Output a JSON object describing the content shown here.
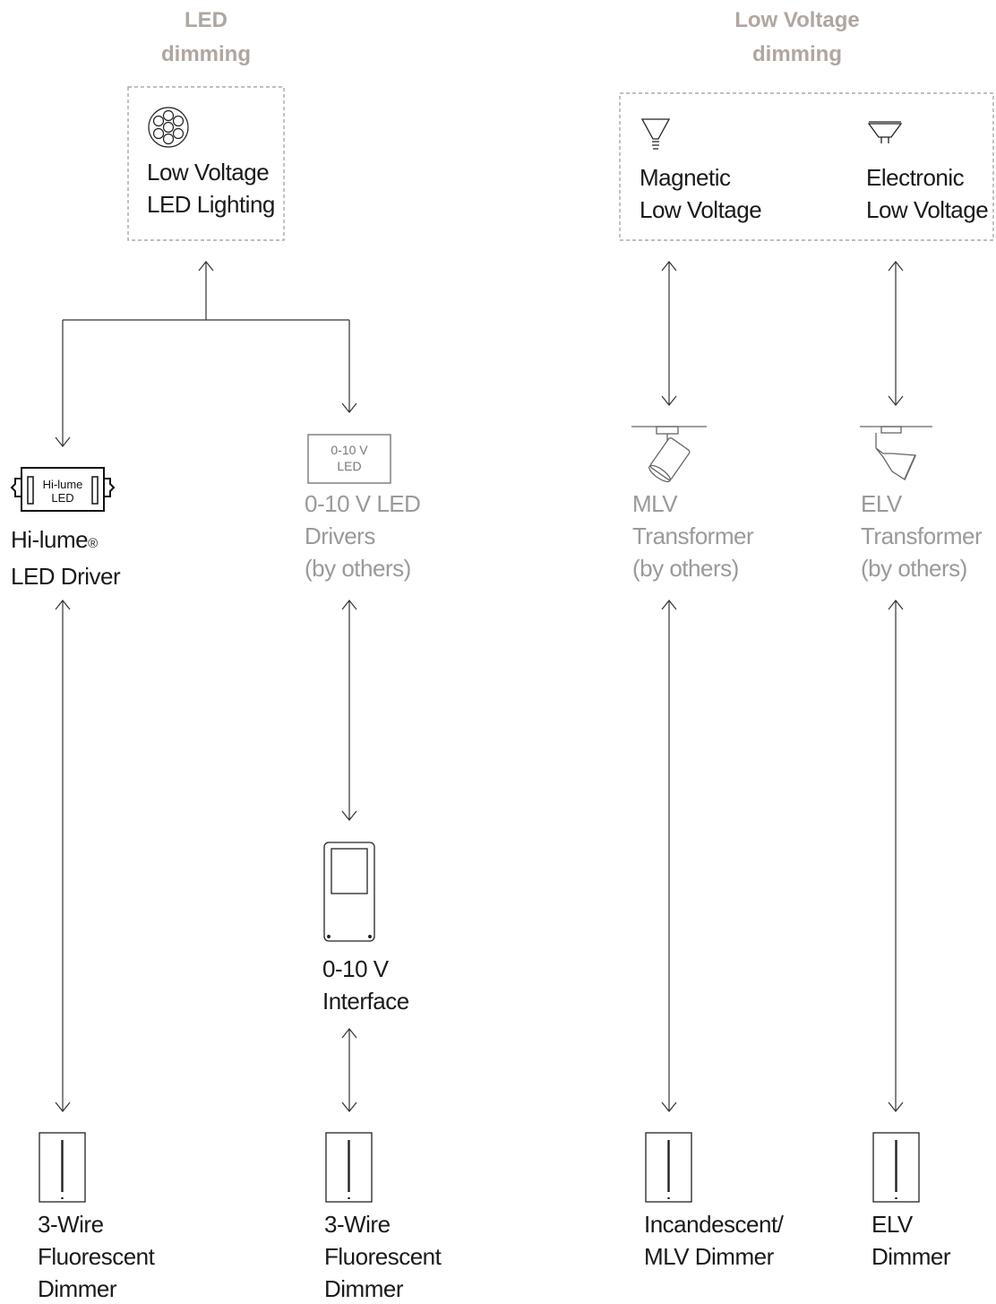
{
  "sections": {
    "led": {
      "heading_line1": "LED",
      "heading_line2": "dimming"
    },
    "lv": {
      "heading_line1": "Low Voltage",
      "heading_line2": "dimming"
    }
  },
  "sources": {
    "lv_led": {
      "line1": "Low Voltage",
      "line2": "LED Lighting",
      "icon": "led-cluster-icon"
    },
    "mlv": {
      "line1": "Magnetic",
      "line2": "Low Voltage",
      "icon": "mr16-lamp-icon"
    },
    "elv": {
      "line1": "Electronic",
      "line2": "Low Voltage",
      "icon": "mr16-pin-lamp-icon"
    }
  },
  "drivers": {
    "hilume": {
      "box_line1": "Hi-lume",
      "box_line2": "LED",
      "label_line1": "Hi-lume",
      "label_mark": "®",
      "label_line2": "LED Driver"
    },
    "ten_v": {
      "box_line1": "0-10 V",
      "box_line2": "LED",
      "line1": "0-10 V LED",
      "line2": "Drivers",
      "line3": "(by others)"
    },
    "mlv_t": {
      "line1": "MLV",
      "line2": "Transformer",
      "line3": "(by others)",
      "icon": "track-light-icon"
    },
    "elv_t": {
      "line1": "ELV",
      "line2": "Transformer",
      "line3": "(by others)",
      "icon": "track-light-icon"
    }
  },
  "interface": {
    "line1": "0-10 V",
    "line2": "Interface",
    "icon": "interface-box-icon"
  },
  "dimmers": [
    {
      "line1": "3-Wire",
      "line2": "Fluorescent",
      "line3": "Dimmer"
    },
    {
      "line1": "3-Wire",
      "line2": "Fluorescent",
      "line3": "Dimmer"
    },
    {
      "line1": "Incandescent/",
      "line2": "MLV Dimmer",
      "line3": ""
    },
    {
      "line1": "ELV",
      "line2": "Dimmer",
      "line3": ""
    }
  ],
  "colors": {
    "heading": "#b0a6a0",
    "grey_text": "#9a9a9a",
    "line": "#333333",
    "dashed_box": "#999999"
  }
}
